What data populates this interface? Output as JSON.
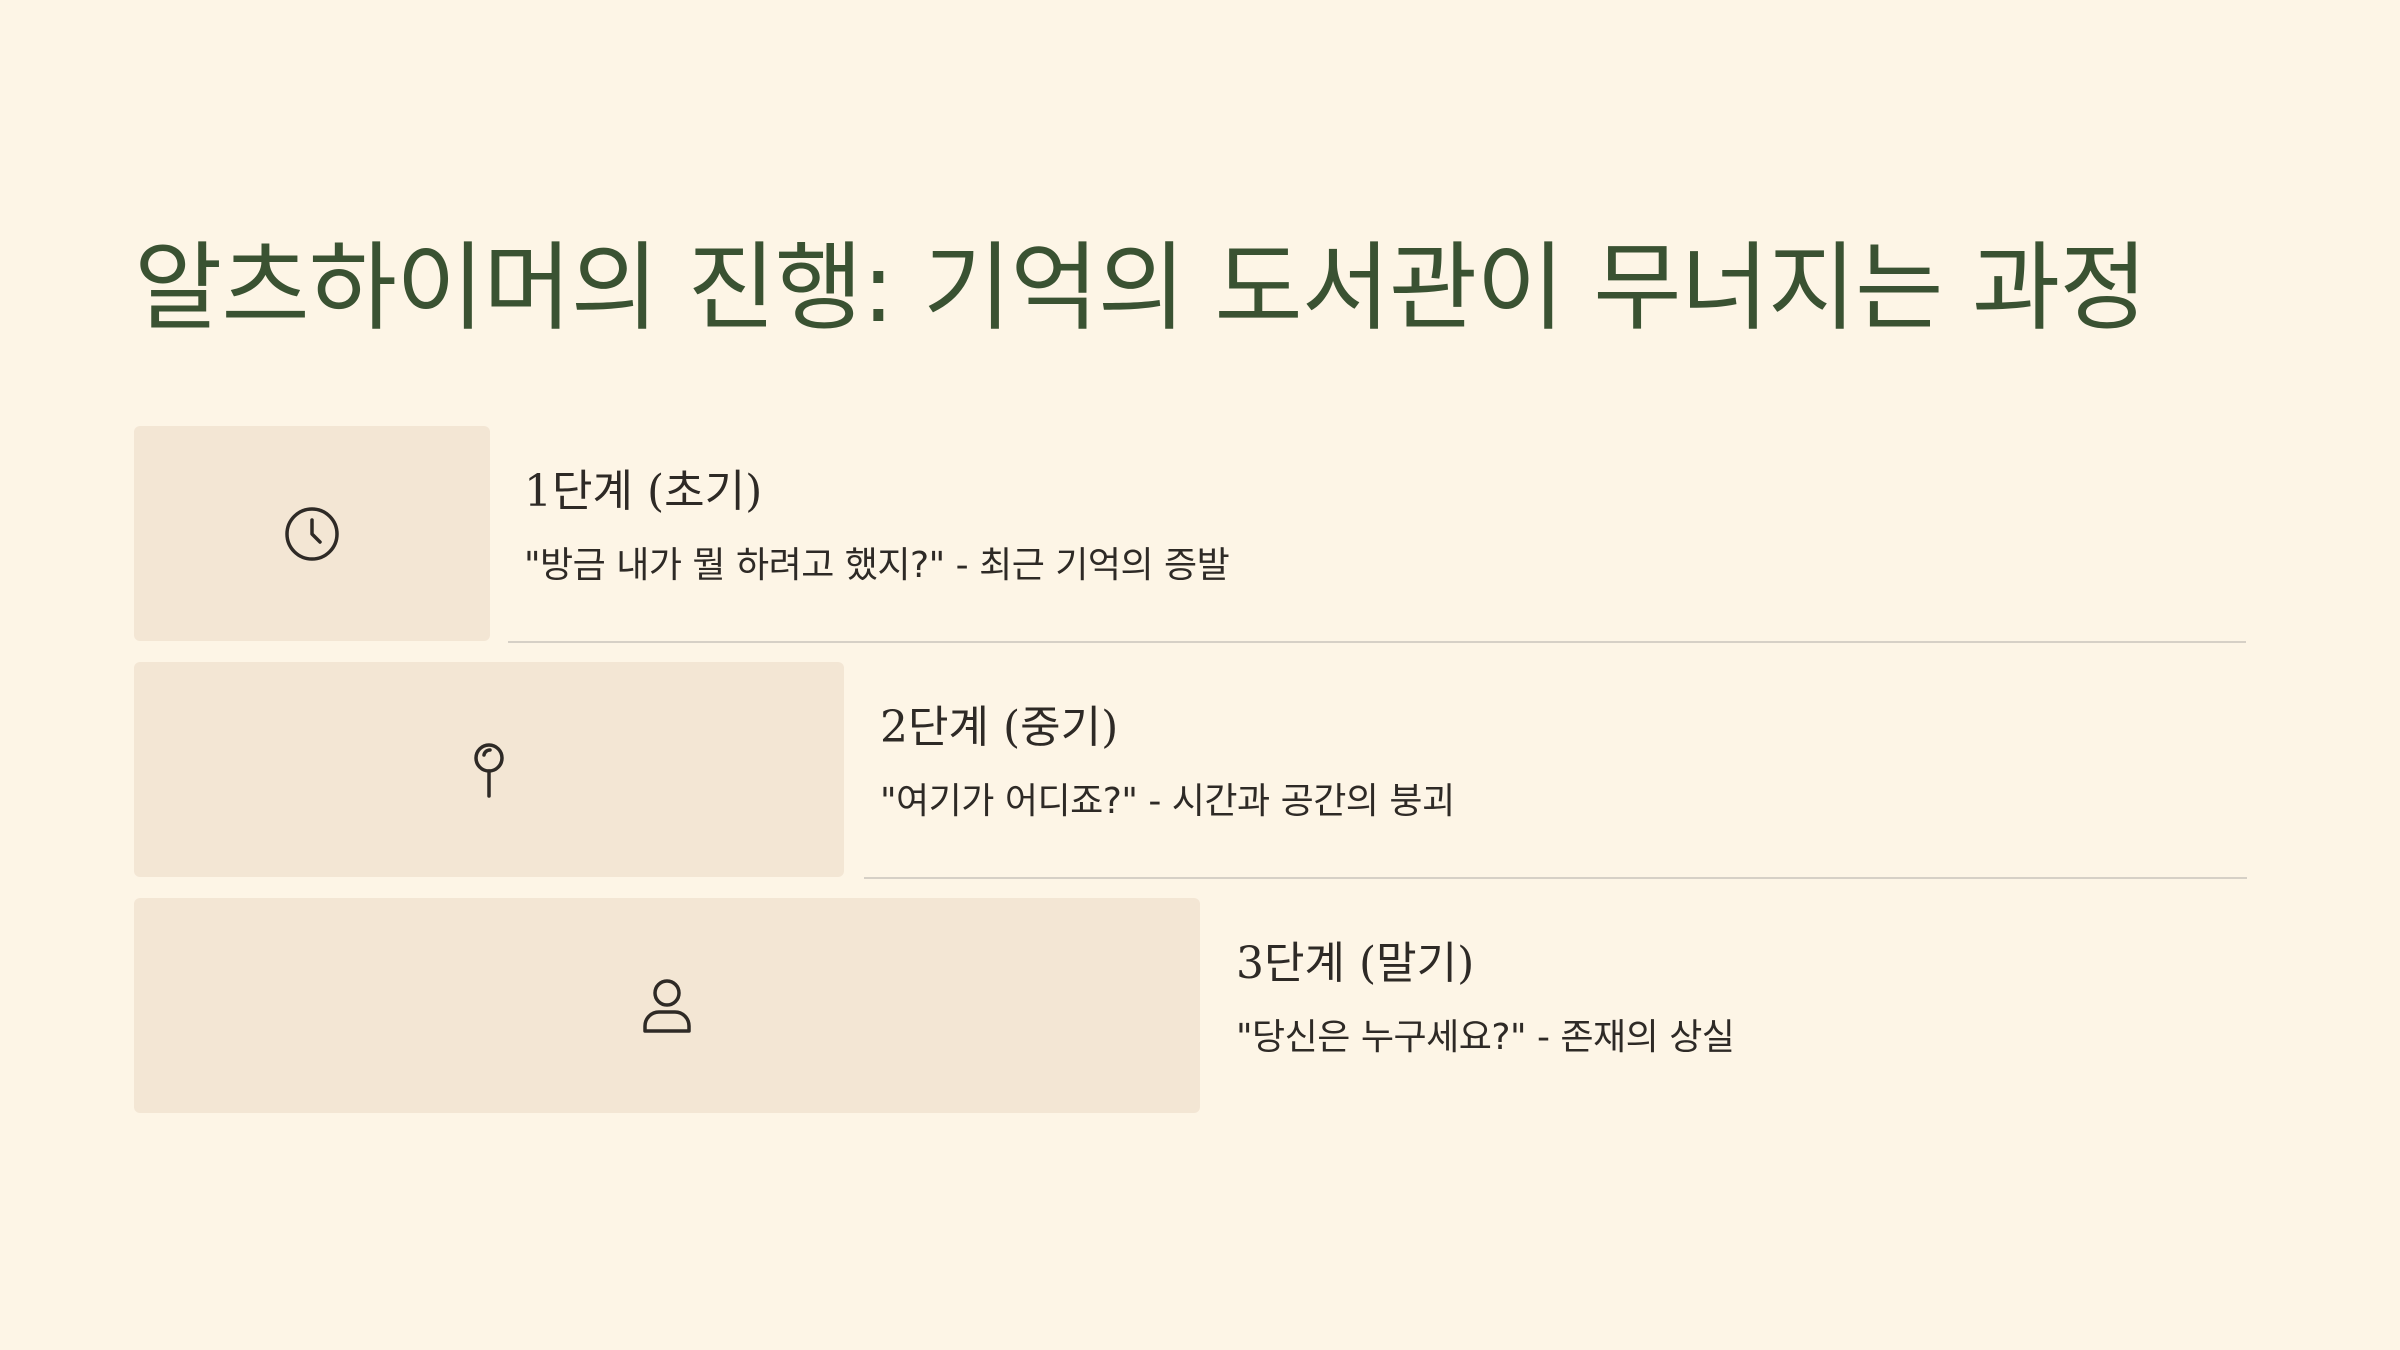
{
  "title": "알츠하이머의 진행: 기억의 도서관이 무너지는 과정",
  "stages": [
    {
      "icon": "clock-icon",
      "title": "1단계 (초기)",
      "quote": "\"방금 내가 뭘 하려고 했지?\" - 최근 기억의 증발"
    },
    {
      "icon": "map-pin-icon",
      "title": "2단계 (중기)",
      "quote": "\"여기가 어디죠?\" - 시간과 공간의 붕괴"
    },
    {
      "icon": "person-icon",
      "title": "3단계 (말기)",
      "quote": "\"당신은 누구세요?\" - 존재의 상실"
    }
  ],
  "colors": {
    "background": "#fdf5e6",
    "box": "#f3e6d4",
    "title": "#3a5232",
    "text": "#2e2a26",
    "divider": "#d6d0c6"
  }
}
